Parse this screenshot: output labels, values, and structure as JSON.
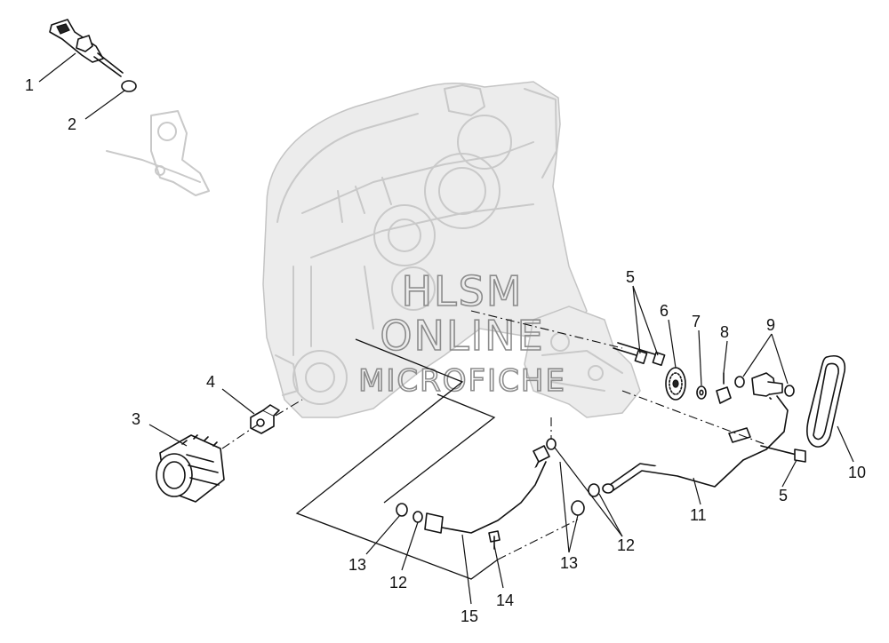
{
  "diagram": {
    "callouts": [
      {
        "id": "c1",
        "text": "1"
      },
      {
        "id": "c2",
        "text": "2"
      },
      {
        "id": "c3",
        "text": "3"
      },
      {
        "id": "c4",
        "text": "4"
      },
      {
        "id": "c5a",
        "text": "5"
      },
      {
        "id": "c5b",
        "text": "5"
      },
      {
        "id": "c6",
        "text": "6"
      },
      {
        "id": "c7",
        "text": "7"
      },
      {
        "id": "c8",
        "text": "8"
      },
      {
        "id": "c9",
        "text": "9"
      },
      {
        "id": "c10",
        "text": "10"
      },
      {
        "id": "c11",
        "text": "11"
      },
      {
        "id": "c12a",
        "text": "12"
      },
      {
        "id": "c12b",
        "text": "12"
      },
      {
        "id": "c13a",
        "text": "13"
      },
      {
        "id": "c13b",
        "text": "13"
      },
      {
        "id": "c14",
        "text": "14"
      },
      {
        "id": "c15",
        "text": "15"
      }
    ],
    "watermark": {
      "line1": "HLSM",
      "line2": "ONLINE",
      "line3": "MICROFICHE"
    },
    "colors": {
      "ink": "#111111",
      "ghost": "#c9c9c9",
      "watermark": "#8c8c8c"
    }
  }
}
